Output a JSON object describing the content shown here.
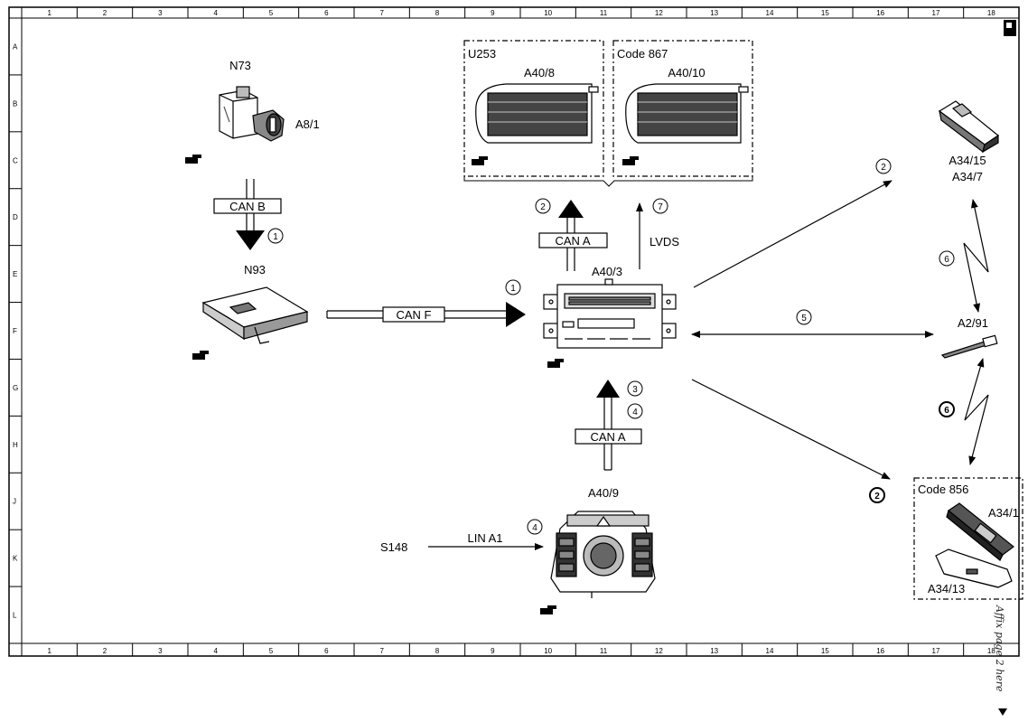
{
  "grid": {
    "columns": [
      "1",
      "2",
      "3",
      "4",
      "5",
      "6",
      "7",
      "8",
      "9",
      "10",
      "11",
      "12",
      "13",
      "14",
      "15",
      "16",
      "17",
      "18"
    ],
    "rows": [
      "A",
      "B",
      "C",
      "D",
      "E",
      "F",
      "G",
      "H",
      "J",
      "K",
      "L"
    ]
  },
  "components": {
    "n73": "N73",
    "a8_1": "A8/1",
    "n93": "N93",
    "a40_3": "A40/3",
    "a40_9": "A40/9",
    "a40_8": "A40/8",
    "a40_10": "A40/10",
    "u253": "U253",
    "code867": "Code 867",
    "code856": "Code 856",
    "a34_15": "A34/15",
    "a34_7": "A34/7",
    "a2_91": "A2/91",
    "a34_1": "A34/1",
    "a34_13": "A34/13",
    "s148": "S148"
  },
  "buses": {
    "can_b": "CAN B",
    "can_f": "CAN F",
    "can_a_top": "CAN A",
    "can_a_bottom": "CAN A",
    "lvds": "LVDS",
    "lin_a1": "LIN A1"
  },
  "markers": {
    "m_canb": "1",
    "m_canf": "1",
    "m_cana_top": "2",
    "m_lvds": "7",
    "m_cana_b3": "3",
    "m_cana_b4": "4",
    "m_lin": "4",
    "m_right_up": "2",
    "m_right_mid": "5",
    "m_right_down": "2",
    "m_zz_top": "6",
    "m_zz_bottom": "6"
  },
  "note": {
    "affix": "Affix page 2 here"
  }
}
